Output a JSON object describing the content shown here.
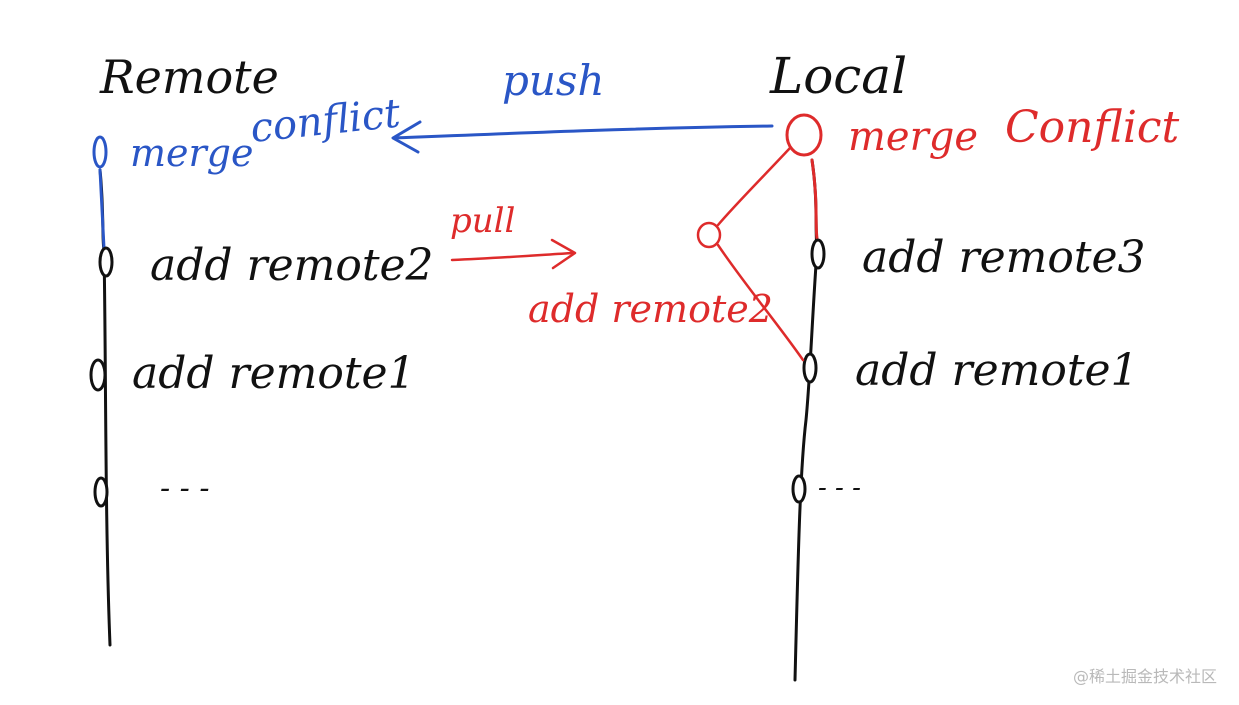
{
  "headings": {
    "remote": "Remote",
    "local": "Local"
  },
  "actions": {
    "push": "push",
    "pull": "pull"
  },
  "remote_commits": [
    "merge",
    "add remote2",
    "add remote1",
    "- - -"
  ],
  "remote_conflict": "conflict",
  "local_commits": [
    "merge",
    "add remote3",
    "add remote1",
    "- - -"
  ],
  "local_conflict": "Conflict",
  "local_pulled_commit": "add remote2",
  "watermark": "@稀土掘金技术社区",
  "colors": {
    "ink": "#111111",
    "blue": "#2a56c6",
    "red": "#de2b2b",
    "watermark": "#b9b9b9"
  }
}
